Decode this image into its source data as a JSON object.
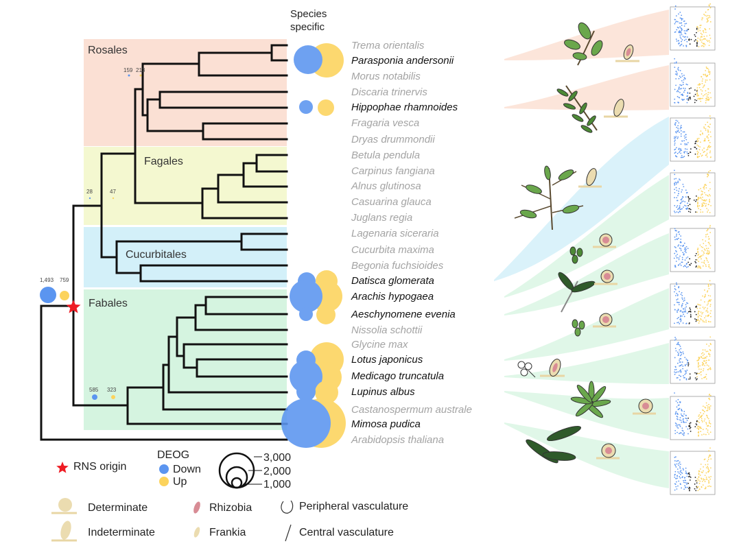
{
  "header": {
    "line1": "Species",
    "line2": "specific"
  },
  "clades": [
    {
      "name": "Rosales",
      "color": "#fbe0d4"
    },
    {
      "name": "Fagales",
      "color": "#f4f8d0"
    },
    {
      "name": "Cucurbitales",
      "color": "#d3f0f9"
    },
    {
      "name": "Fabales",
      "color": "#d5f4e0"
    }
  ],
  "taxa": [
    {
      "name": "Trema orientalis",
      "highlight": false
    },
    {
      "name": "Parasponia andersonii",
      "highlight": true
    },
    {
      "name": "Morus notabilis",
      "highlight": false
    },
    {
      "name": "Discaria trinervis",
      "highlight": false
    },
    {
      "name": "Hippophae rhamnoides",
      "highlight": true
    },
    {
      "name": "Fragaria vesca",
      "highlight": false
    },
    {
      "name": "Dryas drummondii",
      "highlight": false
    },
    {
      "name": "Betula pendula",
      "highlight": false
    },
    {
      "name": "Carpinus fangiana",
      "highlight": false
    },
    {
      "name": "Alnus glutinosa",
      "highlight": false
    },
    {
      "name": "Casuarina glauca",
      "highlight": false
    },
    {
      "name": "Juglans regia",
      "highlight": false
    },
    {
      "name": "Lagenaria siceraria",
      "highlight": false
    },
    {
      "name": "Cucurbita maxima",
      "highlight": false
    },
    {
      "name": "Begonia fuchsioides",
      "highlight": false
    },
    {
      "name": "Datisca glomerata",
      "highlight": true
    },
    {
      "name": "Arachis hypogaea",
      "highlight": true
    },
    {
      "name": "Aeschynomene evenia",
      "highlight": true
    },
    {
      "name": "Nissolia schottii",
      "highlight": false
    },
    {
      "name": "Glycine max",
      "highlight": false
    },
    {
      "name": "Lotus japonicus",
      "highlight": true
    },
    {
      "name": "Medicago truncatula",
      "highlight": true
    },
    {
      "name": "Lupinus albus",
      "highlight": true
    },
    {
      "name": "Castanospermum australe",
      "highlight": false
    },
    {
      "name": "Mimosa pudica",
      "highlight": true
    },
    {
      "name": "Arabidopsis thaliana",
      "highlight": false
    }
  ],
  "node_counts": {
    "rosales_down": "159",
    "rosales_up": "213",
    "fagales_down": "28",
    "fagales_up": "47",
    "root_down": "1,493",
    "root_up": "759",
    "fabales_down": "585",
    "fabales_up": "323"
  },
  "legend": {
    "rns_origin": "RNS origin",
    "deog_title": "DEOG",
    "down": "Down",
    "up": "Up",
    "size_3000": "3,000",
    "size_2000": "2,000",
    "size_1000": "1,000",
    "determinate": "Determinate",
    "indeterminate": "Indeterminate",
    "rhizobia": "Rhizobia",
    "frankia": "Frankia",
    "peripheral": "Peripheral vasculature",
    "central": "Central vasculature"
  },
  "colors": {
    "down": "#5b95f0",
    "up": "#fcd35c",
    "star": "#ee1c24",
    "highlight_text": "#111111",
    "muted_text": "#a3a3a3",
    "plant": "#4d8a36",
    "nodule_det": "#e8d6a4",
    "nodule_indet": "#ebdcb0",
    "rhizobia": "#d88c95"
  }
}
